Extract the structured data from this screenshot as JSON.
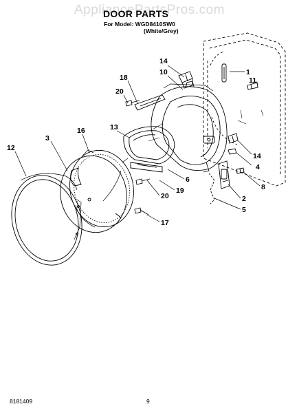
{
  "watermark": "AppliancePartsPros.com",
  "header": {
    "title": "DOOR PARTS",
    "model_line": "For Model: WGD8410SW0",
    "color_line": "(White/Grey)"
  },
  "footer": {
    "doc_number": "8181409",
    "page_number": "9"
  },
  "callouts": {
    "c1": "1",
    "c2": "2",
    "c3": "3",
    "c4": "4",
    "c5": "5",
    "c6": "6",
    "c8": "8",
    "c10": "10",
    "c11": "11",
    "c12": "12",
    "c13": "13",
    "c14a": "14",
    "c14b": "14",
    "c16": "16",
    "c17": "17",
    "c18": "18",
    "c19": "19",
    "c20a": "20",
    "c20b": "20"
  }
}
